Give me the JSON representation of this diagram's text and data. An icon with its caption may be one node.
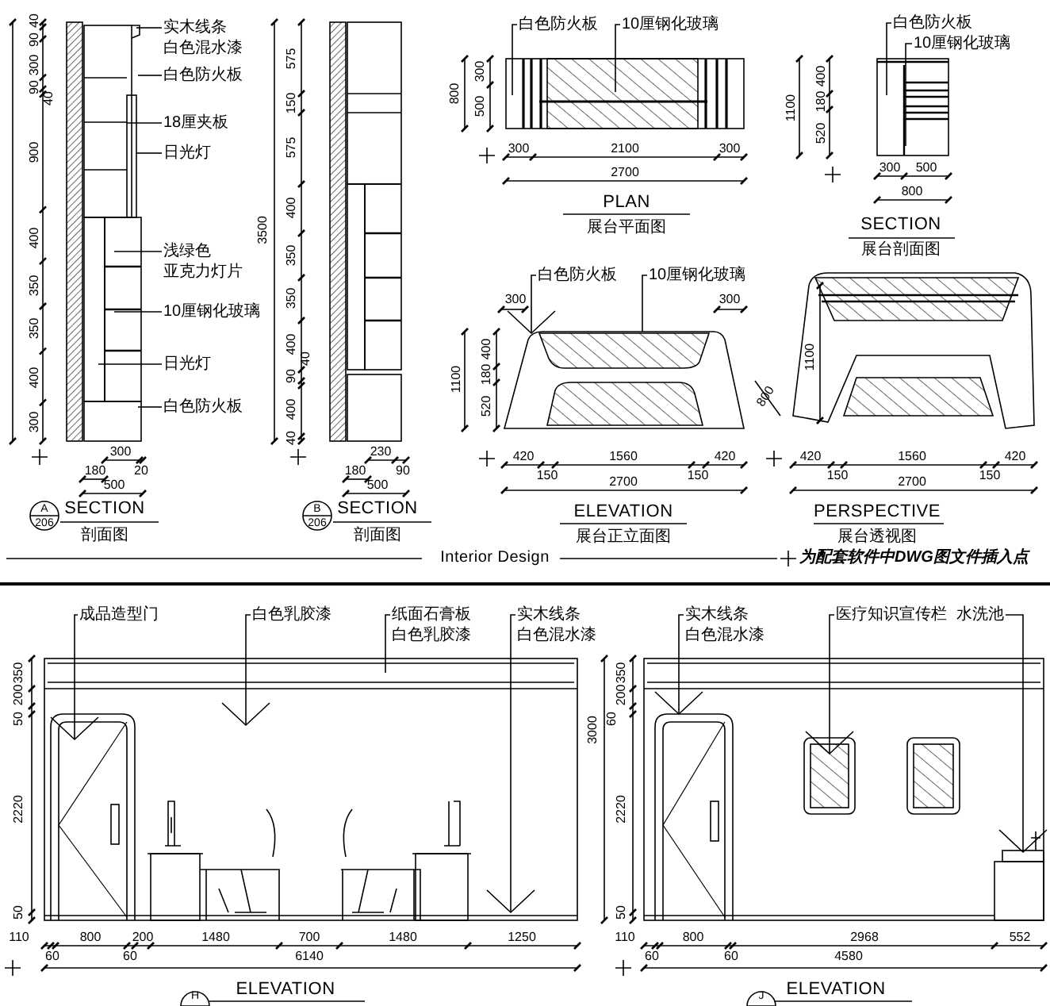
{
  "diagram": {
    "nodes": [
      {
        "text": [
          "实木线条",
          "白色混水漆"
        ]
      },
      {
        "text": [
          "白色防火板"
        ]
      },
      {
        "text": [
          "18厘夹板"
        ]
      },
      {
        "text": [
          "日光灯"
        ]
      },
      {
        "text": [
          "浅绿色",
          "亚克力灯片"
        ]
      },
      {
        "text": [
          "10厘钢化玻璃"
        ]
      },
      {
        "text": [
          "日光灯"
        ]
      },
      {
        "text": [
          "白色防火板"
        ]
      },
      {
        "text": [
          "白色防火板"
        ]
      },
      {
        "text": [
          "10厘钢化玻璃"
        ]
      },
      {
        "text": [
          "白色防火板"
        ]
      },
      {
        "text": [
          "10厘钢化玻璃"
        ]
      },
      {
        "text": [
          "白色防火板"
        ]
      },
      {
        "text": [
          "10厘钢化玻璃"
        ]
      },
      {
        "text": [
          "成品造型门"
        ]
      },
      {
        "text": [
          "白色乳胶漆"
        ]
      },
      {
        "text": [
          "纸面石膏板",
          "白色乳胶漆"
        ]
      },
      {
        "text": [
          "实木线条",
          "白色混水漆"
        ]
      },
      {
        "text": [
          "实木线条",
          "白色混水漆"
        ]
      },
      {
        "text": [
          "医疗知识宣传栏"
        ]
      },
      {
        "text": [
          "水洗池"
        ]
      },
      {
        "text": [],
        "shape": "picture"
      },
      {
        "text": [],
        "shape": "picture"
      },
      {
        "text": [],
        "shape": "picture"
      },
      {
        "text": [],
        "shape": "picture"
      },
      {
        "text": [],
        "shape": "picture"
      },
      {
        "text": [],
        "shape": "picture"
      }
    ],
    "edges": [
      {
        "from": 0,
        "to": 21,
        "arrow": "none"
      },
      {
        "from": 1,
        "to": 21,
        "arrow": "none"
      },
      {
        "from": 2,
        "to": 21,
        "arrow": "none"
      },
      {
        "from": 3,
        "to": 21,
        "arrow": "none"
      },
      {
        "from": 4,
        "to": 21,
        "arrow": "none"
      },
      {
        "from": 5,
        "to": 21,
        "arrow": "none"
      },
      {
        "from": 6,
        "to": 21,
        "arrow": "none"
      },
      {
        "from": 7,
        "to": 21,
        "arrow": "none"
      },
      {
        "from": 8,
        "to": 22,
        "arrow": "none"
      },
      {
        "from": 9,
        "to": 22,
        "arrow": "none"
      },
      {
        "from": 10,
        "to": 23,
        "arrow": "none"
      },
      {
        "from": 11,
        "to": 23,
        "arrow": "none"
      },
      {
        "from": 12,
        "to": 24,
        "arrow": "to"
      },
      {
        "from": 13,
        "to": 24,
        "arrow": "none"
      },
      {
        "from": 14,
        "to": 25,
        "arrow": "to"
      },
      {
        "from": 15,
        "to": 25,
        "arrow": "to"
      },
      {
        "from": 16,
        "to": 25,
        "arrow": "none"
      },
      {
        "from": 17,
        "to": 25,
        "arrow": "to"
      },
      {
        "from": 18,
        "to": 26,
        "arrow": "to"
      },
      {
        "from": 19,
        "to": 26,
        "arrow": "to"
      },
      {
        "from": 20,
        "to": 26,
        "arrow": "to"
      }
    ],
    "labels": [
      "40",
      "90",
      "300",
      "90",
      "40",
      "900",
      "400",
      "350",
      "350",
      "400",
      "300",
      "300",
      "180",
      "20",
      "500",
      "A",
      "206",
      "SECTION",
      "剖面图",
      "575",
      "150",
      "575",
      "3500",
      "400",
      "350",
      "350",
      "400",
      "90",
      "40",
      "400",
      "40",
      "230",
      "180",
      "90",
      "500",
      "B",
      "206",
      "SECTION",
      "剖面图",
      "800",
      "300",
      "500",
      "300",
      "2100",
      "300",
      "2700",
      "PLAN",
      "展台平面图",
      "1100",
      "400",
      "180",
      "520",
      "300",
      "500",
      "800",
      "SECTION",
      "展台剖面图",
      "300",
      "300",
      "1100",
      "400",
      "180",
      "520",
      "420",
      "1560",
      "420",
      "150",
      "150",
      "2700",
      "ELEVATION",
      "展台正立面图",
      "1100",
      "800",
      "420",
      "1560",
      "420",
      "150",
      "150",
      "2700",
      "PERSPECTIVE",
      "展台透视图",
      "Interior Design",
      "为配套软件中DWG图文件插入点",
      "350",
      "200",
      "50",
      "2220",
      "50",
      "110",
      "800",
      "200",
      "1480",
      "700",
      "1480",
      "1250",
      "60",
      "60",
      "6140",
      "H",
      "ELEVATION",
      "3000",
      "350",
      "200",
      "60",
      "2220",
      "50",
      "110",
      "800",
      "2968",
      "552",
      "60",
      "60",
      "4580",
      "J",
      "ELEVATION"
    ]
  }
}
